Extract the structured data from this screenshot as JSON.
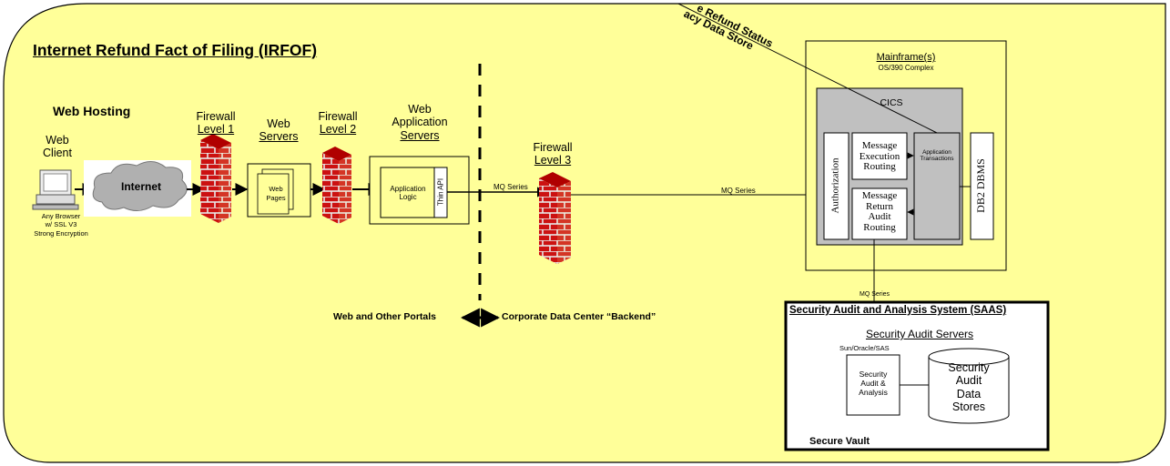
{
  "title": "Internet Refund Fact of Filing (IRFOF)",
  "web_hosting": "Web Hosting",
  "web_client": {
    "label": "Web Client",
    "caption": [
      "Any Browser",
      "w/ SSL V3",
      "Strong Encryption"
    ]
  },
  "internet": "Internet",
  "firewall_1": {
    "title": "Firewall",
    "level": "Level 1"
  },
  "web_servers": {
    "title": "Web",
    "underlined": "Servers",
    "inner": "Web Pages"
  },
  "firewall_2": {
    "title": "Firewall",
    "level": "Level 2"
  },
  "web_app_servers": {
    "line1": "Web",
    "line2": "Application",
    "underlined": "Servers",
    "logic": [
      "Application",
      "Logic"
    ],
    "thin_api": "Thin API"
  },
  "mq_series_1": "MQ Series",
  "firewall_3": {
    "title": "Firewall",
    "level": "Level 3"
  },
  "mq_series_2": "MQ Series",
  "mainframe": {
    "title": "Mainframe(s)",
    "subtitle": "OS/390 Complex",
    "cics": "CICS",
    "authorization": "Authorization",
    "msg_exec": [
      "Message",
      "Execution",
      "Routing"
    ],
    "msg_return": [
      "Message",
      "Return",
      "Audit",
      "Routing"
    ],
    "app_transactions": [
      "Application",
      "Transactions"
    ],
    "db2": "DB2 DBMS"
  },
  "legacy_link": {
    "line1": "e Refund Status",
    "line2": "acy Data Store"
  },
  "mq_series_3": "MQ Series",
  "portals_left": "Web and Other Portals",
  "portals_right": "Corporate Data Center “Backend”",
  "saas": {
    "title": "Security Audit and Analysis System (SAAS)",
    "servers": "Security Audit Servers",
    "platform": "Sun/Oracle/SAS",
    "analysis": [
      "Security",
      "Audit &",
      "Analysis"
    ],
    "stores": [
      "Security",
      "Audit",
      "Data",
      "Stores"
    ],
    "vault": "Secure Vault"
  },
  "colors": {
    "background": "#ffff99",
    "brick": "#cc0000",
    "mortar": "#e8e8e8",
    "panel": "#c0c0c0",
    "cloud": "#b0b0b0"
  }
}
